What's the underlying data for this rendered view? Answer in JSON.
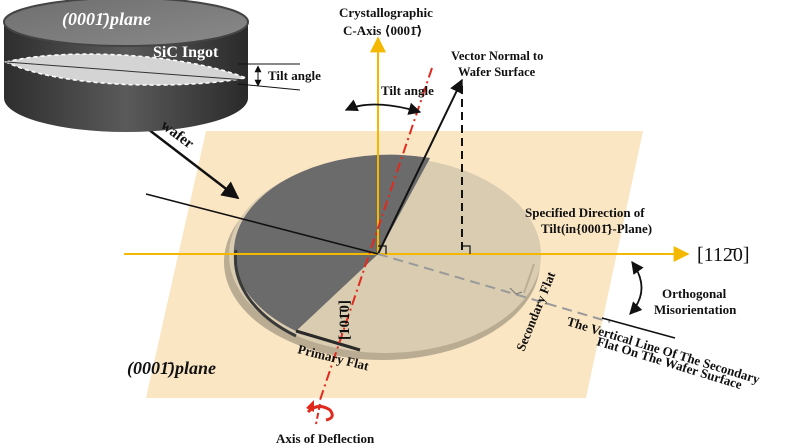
{
  "ingot": {
    "top_plane_label": "(0001̄)plane",
    "name_label": "SiC Ingot",
    "tilt_label": "Tilt angle"
  },
  "wafer_label": "wafer",
  "c_axis": {
    "line1": "Crystallographic",
    "line2": "C-Axis ⟨0001̄⟩"
  },
  "normal_vector": {
    "line1": "Vector Normal to",
    "line2": "Wafer Surface"
  },
  "tilt_angle_label": "Tilt angle",
  "tilt_direction": {
    "line1": "Specified Direction of",
    "line2": "Tilt(in{0001̄}-Plane)"
  },
  "direction_1120": "[112̄0]",
  "direction_1010": "[101̄0]",
  "orthogonal": {
    "line1": "Orthogonal",
    "line2": "Misorientation"
  },
  "secondary_flat_label": "Secondary Flat",
  "primary_flat_label": "Primary Flat",
  "vertical_line": {
    "line1": "The Vertical Line Of The Secondary",
    "line2": "Flat On The Wafer Surface"
  },
  "plane_label": "(0001̄)plane",
  "deflection_axis_label": "Axis of Deflection",
  "colors": {
    "plane_fill": "#fbe6c4",
    "wafer_dark": "#6b6b6b",
    "wafer_light": "#d9ccb1",
    "axis_yellow": "#f5b800",
    "deflection_red": "#e02a1e",
    "ingot_dark": "#3a3a3a"
  }
}
